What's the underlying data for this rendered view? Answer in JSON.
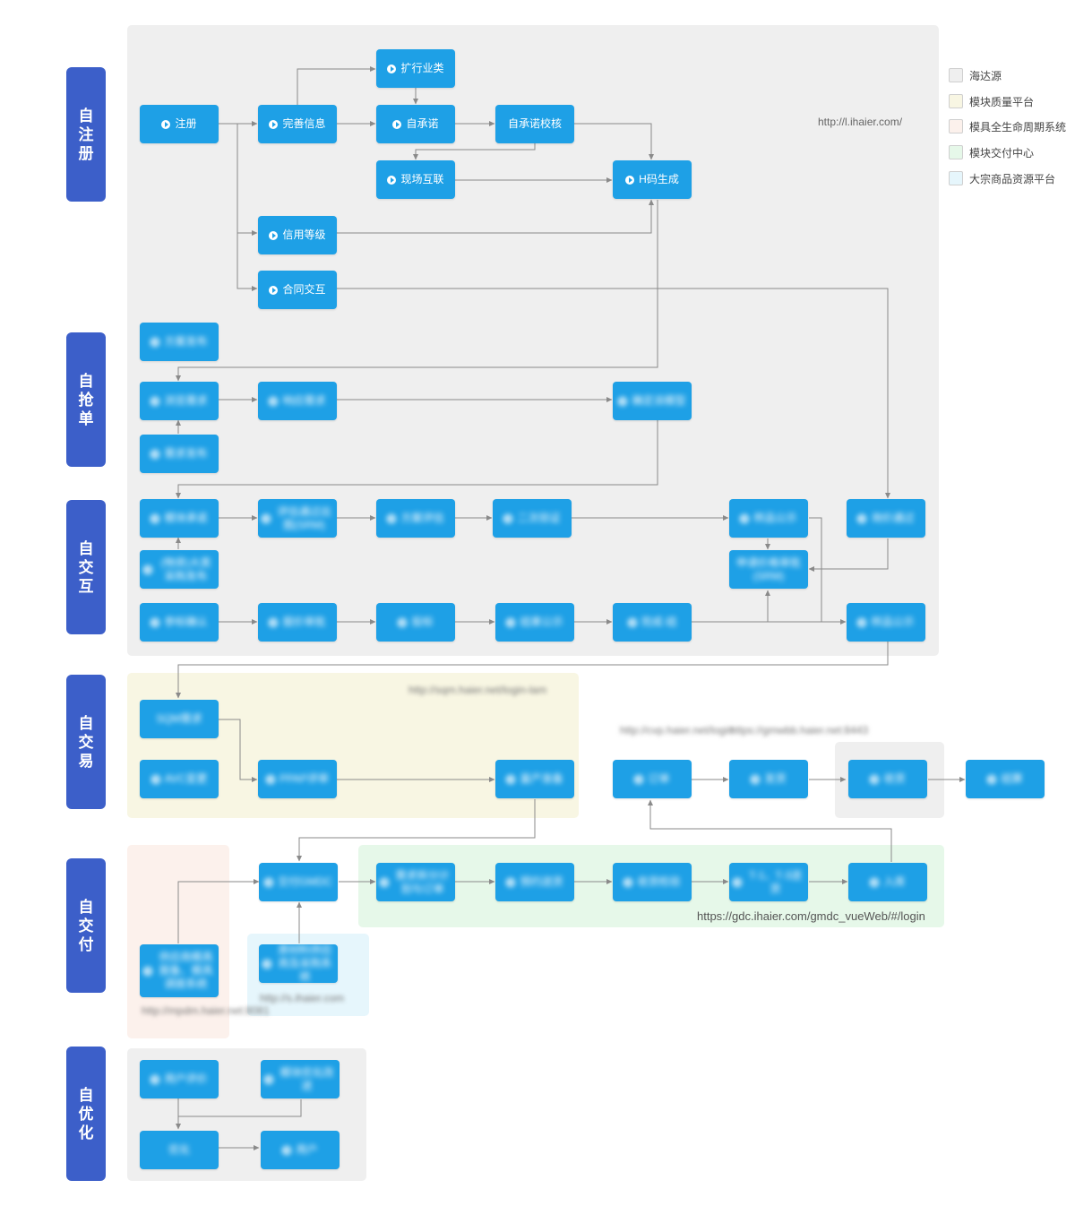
{
  "colors": {
    "stage": "#3c5fc9",
    "node": "#1ea0e6",
    "connector": "#8a8a8a",
    "source_platform": "#efefef",
    "quality_platform": "#f8f6e3",
    "lifecycle_system": "#fcf1ec",
    "delivery_center": "#e6f8e9",
    "commodity_platform": "#e6f6fc"
  },
  "stages": [
    "自注册",
    "自抢单",
    "自交互",
    "自交易",
    "自交付",
    "自优化"
  ],
  "legend": [
    {
      "label": "海达源",
      "color": "#efefef"
    },
    {
      "label": "模块质量平台",
      "color": "#f8f6e3"
    },
    {
      "label": "模具全生命周期系统",
      "color": "#fcf1ec"
    },
    {
      "label": "模块交付中心",
      "color": "#e6f8e9"
    },
    {
      "label": "大宗商品资源平台",
      "color": "#e6f6fc"
    }
  ],
  "urls": {
    "register": "http://l.ihaier.com/",
    "quality": "http://sqm.haier.net/login-lam",
    "scm": "http://cvp.haier.net/login",
    "gmwb": "https://gmwbb.haier.net:8443",
    "delivery": "https://gdc.ihaier.com/gmdc_vueWeb/#/login",
    "mold": "http://mpdm.haier.net:8081",
    "commodity": "http://s.ihaier.com"
  },
  "nodes": {
    "register": "注册",
    "complete_info": "完善信息",
    "expand_category": "扩行业类",
    "self_commit": "自承诺",
    "self_commit_check": "自承诺校核",
    "site_interconnect": "现场互联",
    "h_code": "H码生成",
    "credit_level": "信用等级",
    "contract": "合同交互",
    "plan_release": "方案发布",
    "browse_demand": "浏览需求",
    "respond_demand": "响应需求",
    "confirm_model": "确定派模型",
    "demand_release": "需求发布",
    "module_commit": "模块承诺",
    "eval_approve": "评估通过出图(SRM)",
    "plan_eval": "方案评估",
    "second_review": "二次验证",
    "sample_publish": "样品公示",
    "notify": "询价通过",
    "price_approve": "申请价格审批(SRM)",
    "bid_publish": "(物资)大类采购发布",
    "quote_confirm": "参标确认",
    "tech_approve": "报价审批",
    "win_bid": "投标",
    "result_publish": "结果公示",
    "done": "完成·结",
    "sqm_demand": "SQM需求",
    "avc_change": "AVC变更",
    "ppap": "PPAP评审",
    "pilot": "量产准备",
    "order": "订单",
    "ship": "发货",
    "receive": "收货",
    "settle": "结算",
    "smart_gmdc": "交付GMDC",
    "plan_split": "需求拆分计划与订单",
    "pre_deliver": "预约送货",
    "receive_check": "收货检验",
    "t_series": "T-1、T-3送货",
    "warehouse": "入库",
    "mold_info": "供应商模具报备、模具调拨系统",
    "commodity_sys": "原材料供应商及采购系统",
    "user_eval": "用户评价",
    "module_improve": "模块优化改进",
    "improve": "优化",
    "upgrade": "用户"
  }
}
